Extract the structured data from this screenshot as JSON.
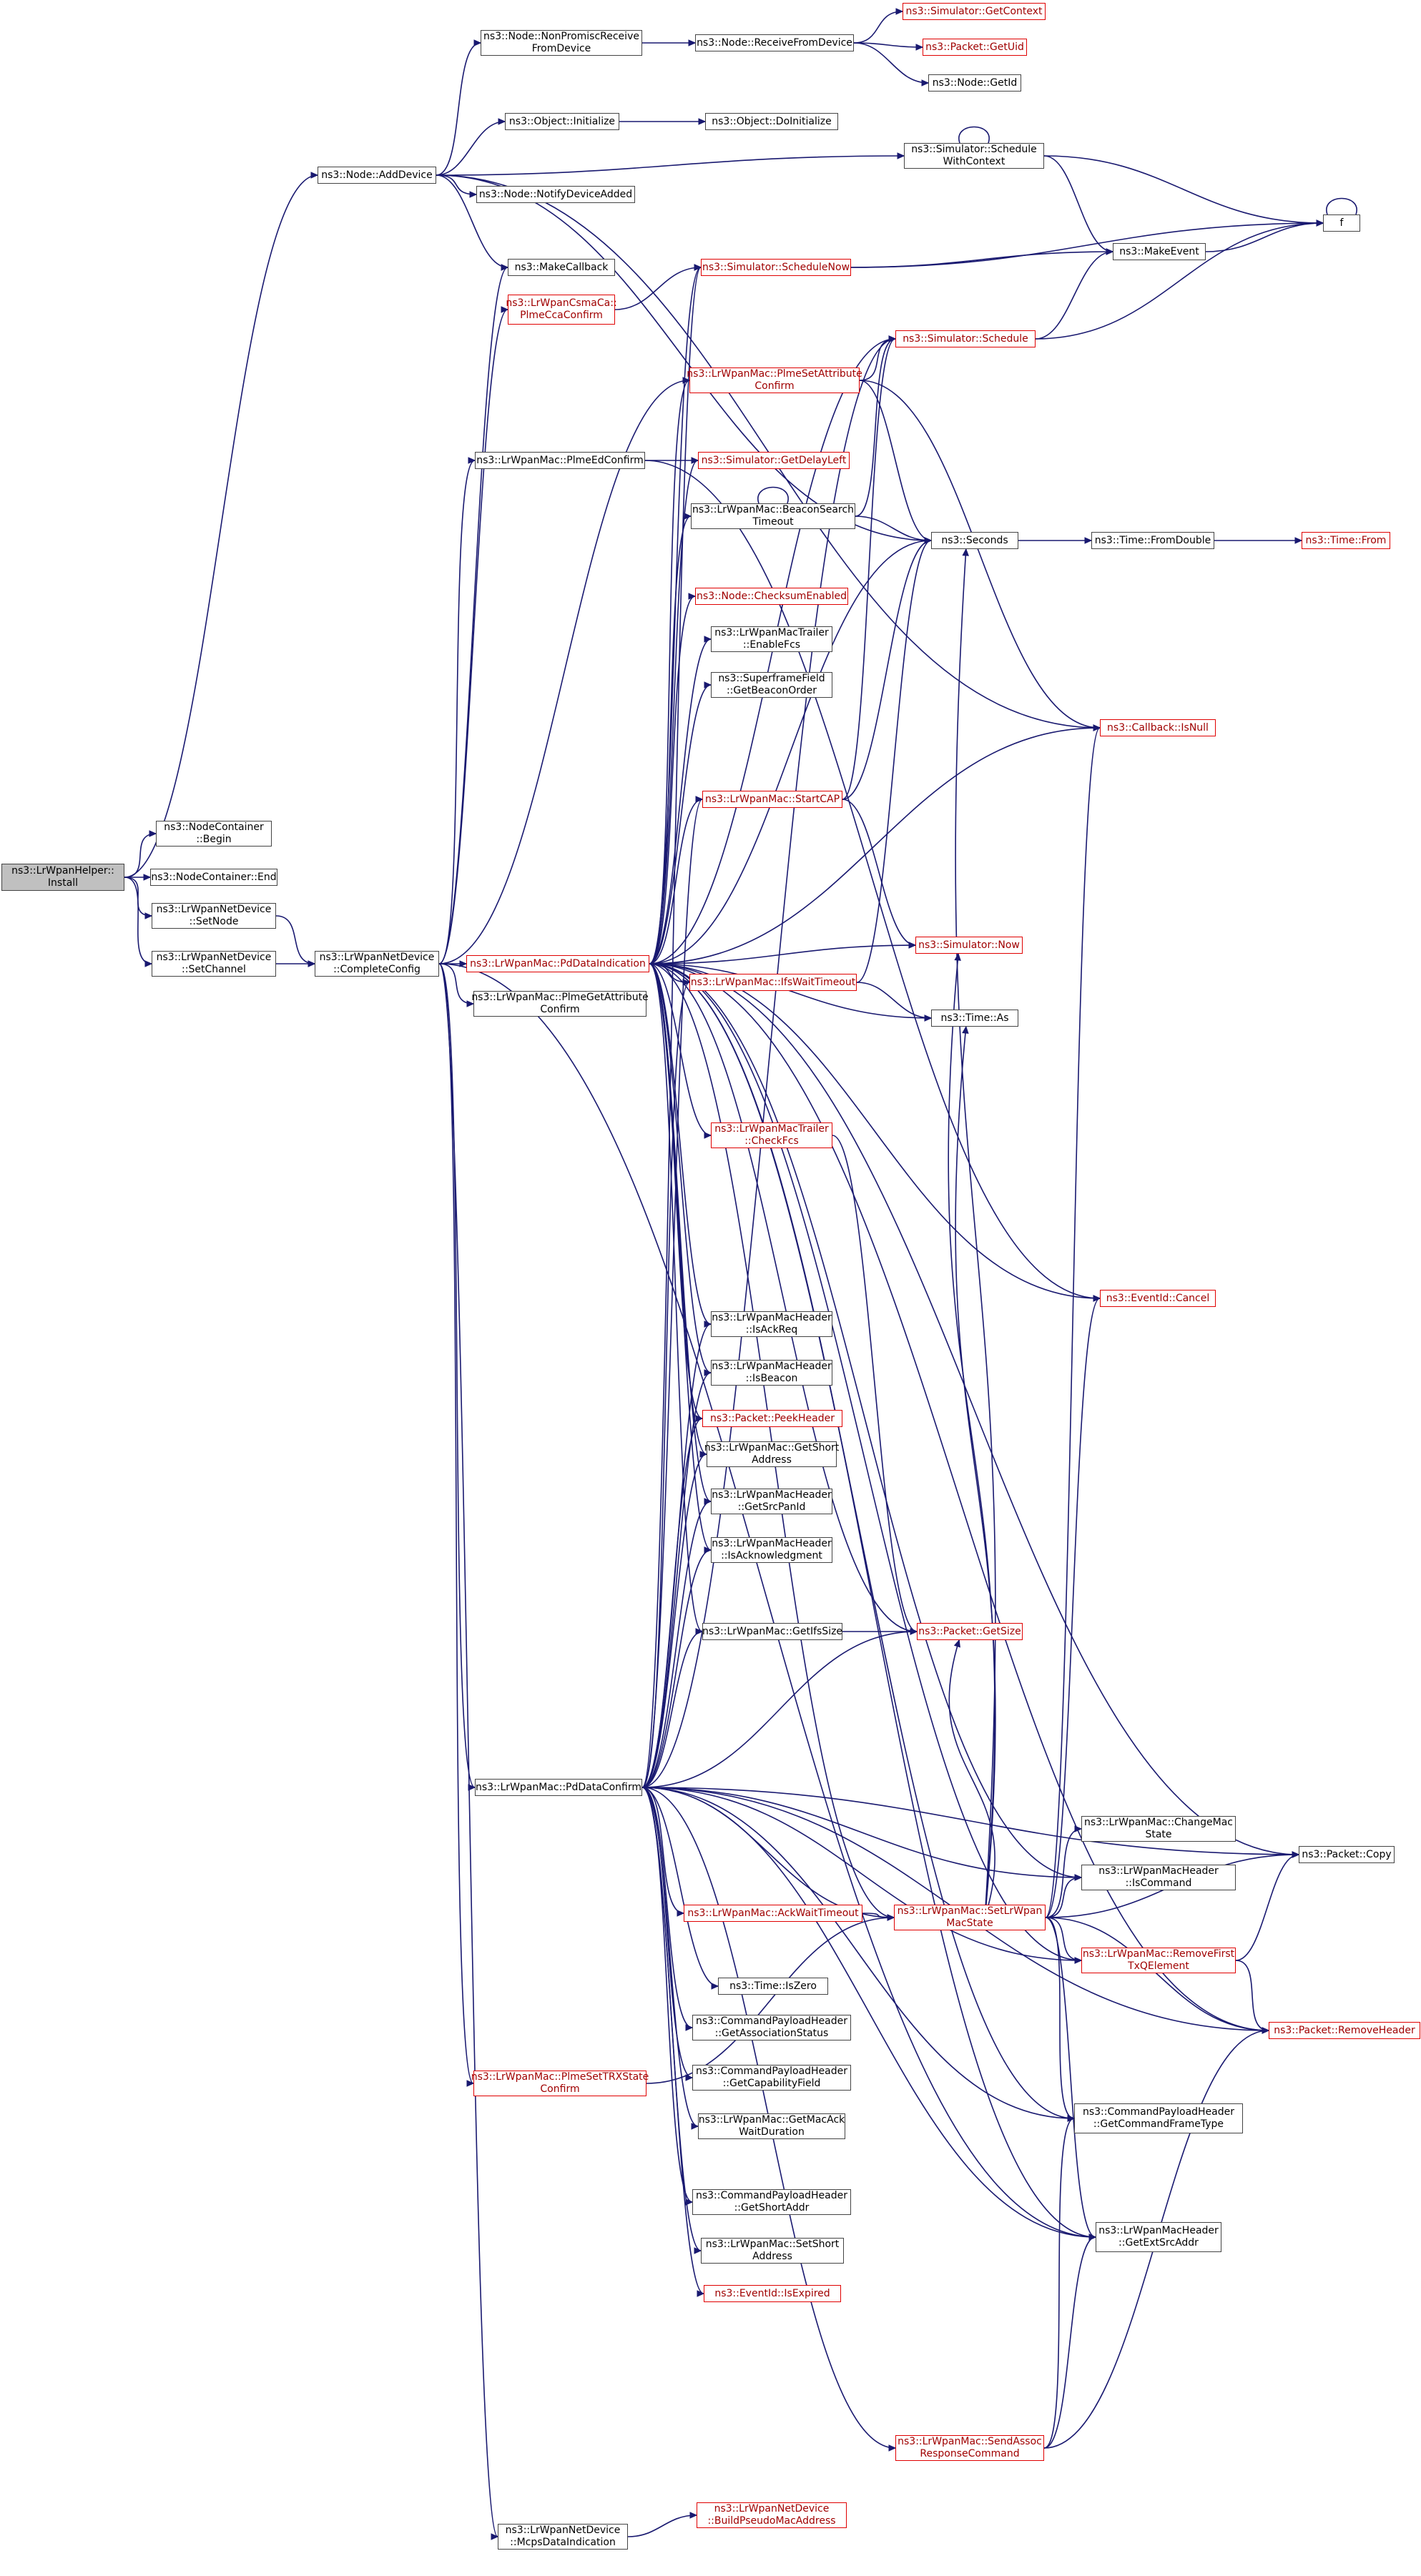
{
  "nodes": [
    {
      "id": "root",
      "label": "ns3::LrWpanHelper::\nInstall",
      "style": "root"
    },
    {
      "id": "nc_begin",
      "label": "ns3::NodeContainer\n::Begin",
      "style": "black"
    },
    {
      "id": "nc_end",
      "label": "ns3::NodeContainer::End",
      "style": "black"
    },
    {
      "id": "setnode",
      "label": "ns3::LrWpanNetDevice\n::SetNode",
      "style": "black"
    },
    {
      "id": "setchannel",
      "label": "ns3::LrWpanNetDevice\n::SetChannel",
      "style": "black"
    },
    {
      "id": "completeconfig",
      "label": "ns3::LrWpanNetDevice\n::CompleteConfig",
      "style": "black"
    },
    {
      "id": "adddevice",
      "label": "ns3::Node::AddDevice",
      "style": "black"
    },
    {
      "id": "nonpromisc",
      "label": "ns3::Node::NonPromiscReceive\nFromDevice",
      "style": "black"
    },
    {
      "id": "receivefromdevice",
      "label": "ns3::Node::ReceiveFromDevice",
      "style": "black"
    },
    {
      "id": "getcontext",
      "label": "ns3::Simulator::GetContext",
      "style": "red"
    },
    {
      "id": "getuid",
      "label": "ns3::Packet::GetUid",
      "style": "red"
    },
    {
      "id": "getid",
      "label": "ns3::Node::GetId",
      "style": "black"
    },
    {
      "id": "objinit",
      "label": "ns3::Object::Initialize",
      "style": "black"
    },
    {
      "id": "doinit",
      "label": "ns3::Object::DoInitialize",
      "style": "black"
    },
    {
      "id": "schedwithctx",
      "label": "ns3::Simulator::Schedule\nWithContext",
      "style": "black"
    },
    {
      "id": "notifydevadded",
      "label": "ns3::Node::NotifyDeviceAdded",
      "style": "black"
    },
    {
      "id": "f",
      "label": "f",
      "style": "black"
    },
    {
      "id": "makecallback",
      "label": "ns3::MakeCallback",
      "style": "black"
    },
    {
      "id": "makeevent",
      "label": "ns3::MakeEvent",
      "style": "black"
    },
    {
      "id": "csmaca",
      "label": "ns3::LrWpanCsmaCa::\nPlmeCcaConfirm",
      "style": "red"
    },
    {
      "id": "schednow",
      "label": "ns3::Simulator::ScheduleNow",
      "style": "red"
    },
    {
      "id": "schedule",
      "label": "ns3::Simulator::Schedule",
      "style": "red"
    },
    {
      "id": "plmesetattr",
      "label": "ns3::LrWpanMac::PlmeSetAttribute\nConfirm",
      "style": "red"
    },
    {
      "id": "plmeed",
      "label": "ns3::LrWpanMac::PlmeEdConfirm",
      "style": "black"
    },
    {
      "id": "getdelayleft",
      "label": "ns3::Simulator::GetDelayLeft",
      "style": "red"
    },
    {
      "id": "beaconsearch",
      "label": "ns3::LrWpanMac::BeaconSearch\nTimeout",
      "style": "black"
    },
    {
      "id": "seconds",
      "label": "ns3::Seconds",
      "style": "black"
    },
    {
      "id": "fromdouble",
      "label": "ns3::Time::FromDouble",
      "style": "black"
    },
    {
      "id": "timefrom",
      "label": "ns3::Time::From",
      "style": "red"
    },
    {
      "id": "checksum",
      "label": "ns3::Node::ChecksumEnabled",
      "style": "red"
    },
    {
      "id": "enablefcs",
      "label": "ns3::LrWpanMacTrailer\n::EnableFcs",
      "style": "black"
    },
    {
      "id": "getbeaconorder",
      "label": "ns3::SuperframeField\n::GetBeaconOrder",
      "style": "black"
    },
    {
      "id": "isnull",
      "label": "ns3::Callback::IsNull",
      "style": "red"
    },
    {
      "id": "startcap",
      "label": "ns3::LrWpanMac::StartCAP",
      "style": "red"
    },
    {
      "id": "pddataind",
      "label": "ns3::LrWpanMac::PdDataIndication",
      "style": "red"
    },
    {
      "id": "simnow",
      "label": "ns3::Simulator::Now",
      "style": "red"
    },
    {
      "id": "plmegetattr",
      "label": "ns3::LrWpanMac::PlmeGetAttribute\nConfirm",
      "style": "black"
    },
    {
      "id": "ifswait",
      "label": "ns3::LrWpanMac::IfsWaitTimeout",
      "style": "red"
    },
    {
      "id": "timeas",
      "label": "ns3::Time::As",
      "style": "black"
    },
    {
      "id": "checkfcs",
      "label": "ns3::LrWpanMacTrailer\n::CheckFcs",
      "style": "red"
    },
    {
      "id": "cancel",
      "label": "ns3::EventId::Cancel",
      "style": "red"
    },
    {
      "id": "isackreq",
      "label": "ns3::LrWpanMacHeader\n::IsAckReq",
      "style": "black"
    },
    {
      "id": "isbeacon",
      "label": "ns3::LrWpanMacHeader\n::IsBeacon",
      "style": "black"
    },
    {
      "id": "peekheader",
      "label": "ns3::Packet::PeekHeader",
      "style": "red"
    },
    {
      "id": "getshortaddress",
      "label": "ns3::LrWpanMac::GetShort\nAddress",
      "style": "black"
    },
    {
      "id": "getsrcpanid",
      "label": "ns3::LrWpanMacHeader\n::GetSrcPanId",
      "style": "black"
    },
    {
      "id": "isacknowledgment",
      "label": "ns3::LrWpanMacHeader\n::IsAcknowledgment",
      "style": "black"
    },
    {
      "id": "getifssize",
      "label": "ns3::LrWpanMac::GetIfsSize",
      "style": "black"
    },
    {
      "id": "getsize",
      "label": "ns3::Packet::GetSize",
      "style": "red"
    },
    {
      "id": "pddataconfirm",
      "label": "ns3::LrWpanMac::PdDataConfirm",
      "style": "black"
    },
    {
      "id": "changemacstate",
      "label": "ns3::LrWpanMac::ChangeMac\nState",
      "style": "black"
    },
    {
      "id": "copy",
      "label": "ns3::Packet::Copy",
      "style": "black"
    },
    {
      "id": "iscommand",
      "label": "ns3::LrWpanMacHeader\n::IsCommand",
      "style": "black"
    },
    {
      "id": "ackwait",
      "label": "ns3::LrWpanMac::AckWaitTimeout",
      "style": "red"
    },
    {
      "id": "setlrwpanmacstate",
      "label": "ns3::LrWpanMac::SetLrWpan\nMacState",
      "style": "red"
    },
    {
      "id": "removefirst",
      "label": "ns3::LrWpanMac::RemoveFirst\nTxQElement",
      "style": "red"
    },
    {
      "id": "iszero",
      "label": "ns3::Time::IsZero",
      "style": "black"
    },
    {
      "id": "removeheader",
      "label": "ns3::Packet::RemoveHeader",
      "style": "red"
    },
    {
      "id": "getassocstatus",
      "label": "ns3::CommandPayloadHeader\n::GetAssociationStatus",
      "style": "black"
    },
    {
      "id": "plmesettrx",
      "label": "ns3::LrWpanMac::PlmeSetTRXState\nConfirm",
      "style": "red"
    },
    {
      "id": "getcapfield",
      "label": "ns3::CommandPayloadHeader\n::GetCapabilityField",
      "style": "black"
    },
    {
      "id": "getcmdframetype",
      "label": "ns3::CommandPayloadHeader\n::GetCommandFrameType",
      "style": "black"
    },
    {
      "id": "getmacackwait",
      "label": "ns3::LrWpanMac::GetMacAck\nWaitDuration",
      "style": "black"
    },
    {
      "id": "getshortaddr",
      "label": "ns3::CommandPayloadHeader\n::GetShortAddr",
      "style": "black"
    },
    {
      "id": "getextsrcaddr",
      "label": "ns3::LrWpanMacHeader\n::GetExtSrcAddr",
      "style": "black"
    },
    {
      "id": "setshortaddress",
      "label": "ns3::LrWpanMac::SetShort\nAddress",
      "style": "black"
    },
    {
      "id": "isexpired",
      "label": "ns3::EventId::IsExpired",
      "style": "red"
    },
    {
      "id": "sendassoc",
      "label": "ns3::LrWpanMac::SendAssoc\nResponseCommand",
      "style": "red"
    },
    {
      "id": "mcpsdataind",
      "label": "ns3::LrWpanNetDevice\n::McpsDataIndication",
      "style": "black"
    },
    {
      "id": "buildpseudo",
      "label": "ns3::LrWpanNetDevice\n::BuildPseudoMacAddress",
      "style": "red"
    }
  ],
  "colors": {
    "edge": "#191970",
    "node_border": "#444444",
    "red_border": "#e00000",
    "red_text": "#a00000",
    "root_fill": "#c0c0c0"
  }
}
